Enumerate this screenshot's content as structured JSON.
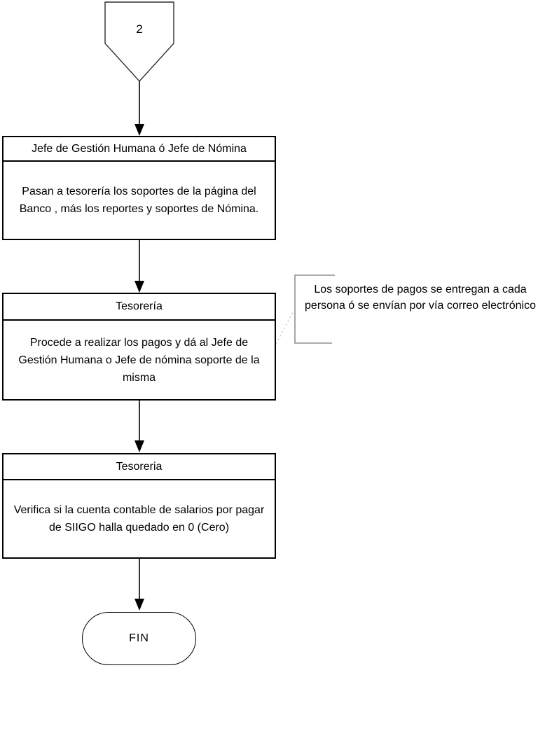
{
  "connector": {
    "label": "2"
  },
  "boxes": [
    {
      "header": "Jefe de Gestión Humana ó Jefe de Nómina",
      "body": "Pasan a tesorería los soportes de la página del Banco , más los reportes y soportes de Nómina."
    },
    {
      "header": "Tesorería",
      "body": "Procede a realizar los pagos y dá al Jefe de Gestión Humana o Jefe de nómina soporte de la misma"
    },
    {
      "header": "Tesoreria",
      "body": "Verifica si la cuenta contable de salarios por pagar de SIIGO halla quedado en 0 (Cero)"
    }
  ],
  "annotation": {
    "text": "Los soportes de pagos se entregan a cada persona ó se envían por vía correo electrónico"
  },
  "terminator": {
    "label": "FIN"
  },
  "colors": {
    "line": "#000000",
    "shape_outline": "#2e2e2e",
    "bracket": "#909090",
    "leader": "#b8b8b8",
    "background": "#ffffff"
  }
}
